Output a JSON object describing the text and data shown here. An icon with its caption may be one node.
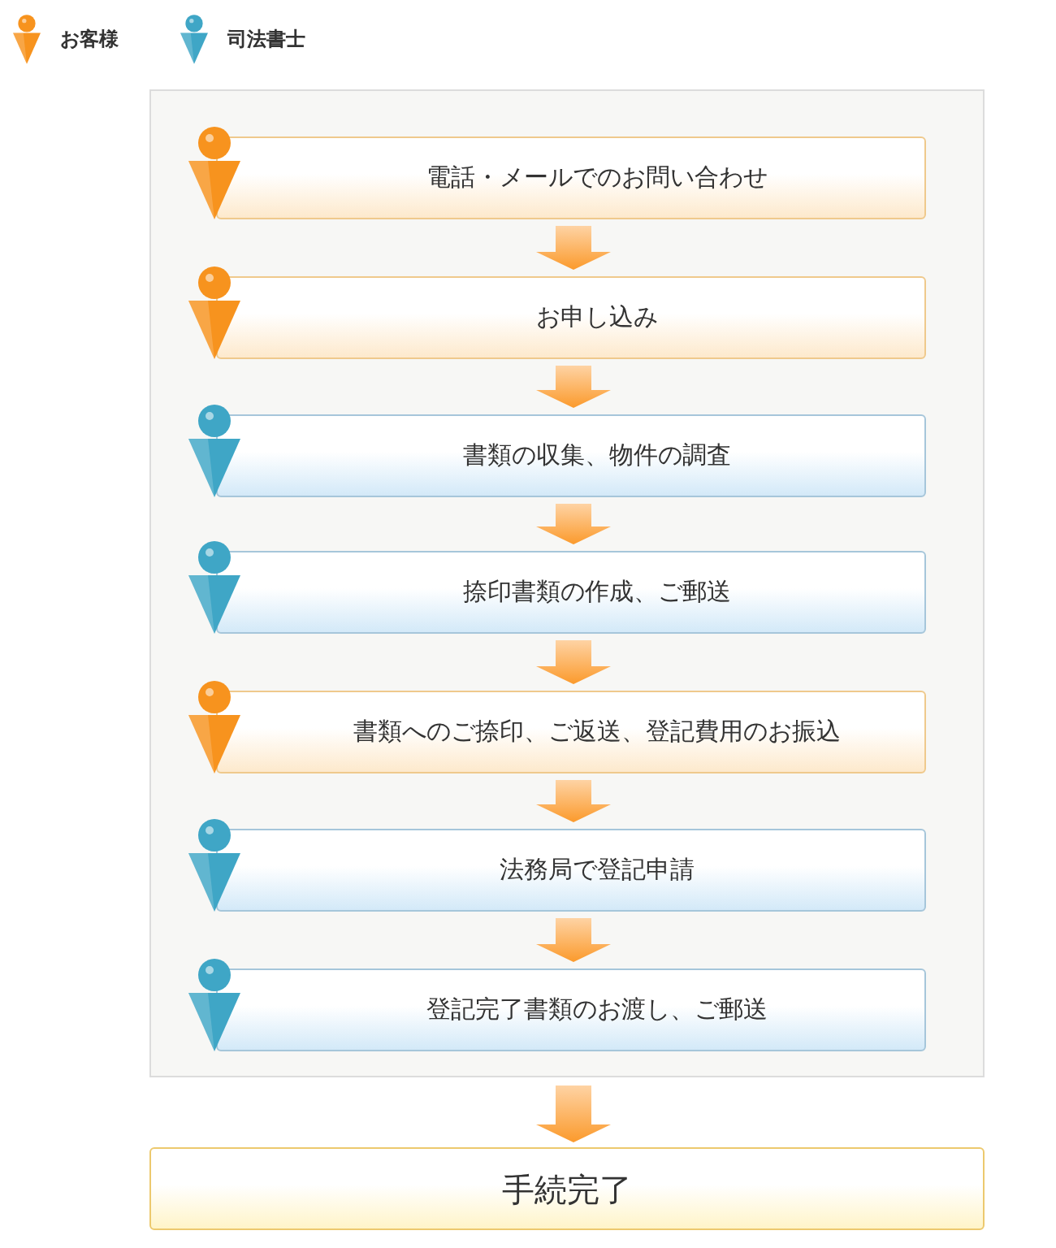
{
  "diagram": {
    "nodes": [
      {
        "text": [],
        "shape": "box"
      },
      {
        "text": [
          "電話・メールでのお問い合わせ"
        ],
        "in": 0
      },
      {
        "text": [
          "お申し込み"
        ],
        "in": 0
      },
      {
        "text": [
          "書類の収集、物件の調査"
        ],
        "in": 0
      },
      {
        "text": [
          "捺印書類の作成、ご郵送"
        ],
        "in": 0
      },
      {
        "text": [
          "書類へのご捺印、ご返送、登記費用のお振込"
        ],
        "in": 0
      },
      {
        "text": [
          "法務局で登記申請"
        ],
        "in": 0
      },
      {
        "text": [
          "登記完了書類のお渡し、ご郵送"
        ],
        "in": 0
      },
      {
        "text": [
          "手続完了"
        ]
      }
    ],
    "edges": [
      {
        "from": 1,
        "to": 2,
        "arrow": "to"
      },
      {
        "from": 2,
        "to": 3,
        "arrow": "to"
      },
      {
        "from": 3,
        "to": 4,
        "arrow": "to"
      },
      {
        "from": 4,
        "to": 5,
        "arrow": "to"
      },
      {
        "from": 5,
        "to": 6,
        "arrow": "to"
      },
      {
        "from": 6,
        "to": 7,
        "arrow": "to"
      },
      {
        "from": 0,
        "to": 8,
        "arrow": "to"
      }
    ],
    "legend": [
      {
        "text": "お客様",
        "color": "#f7931e"
      },
      {
        "text": "司法書士",
        "color": "#3fa6c6"
      }
    ]
  }
}
